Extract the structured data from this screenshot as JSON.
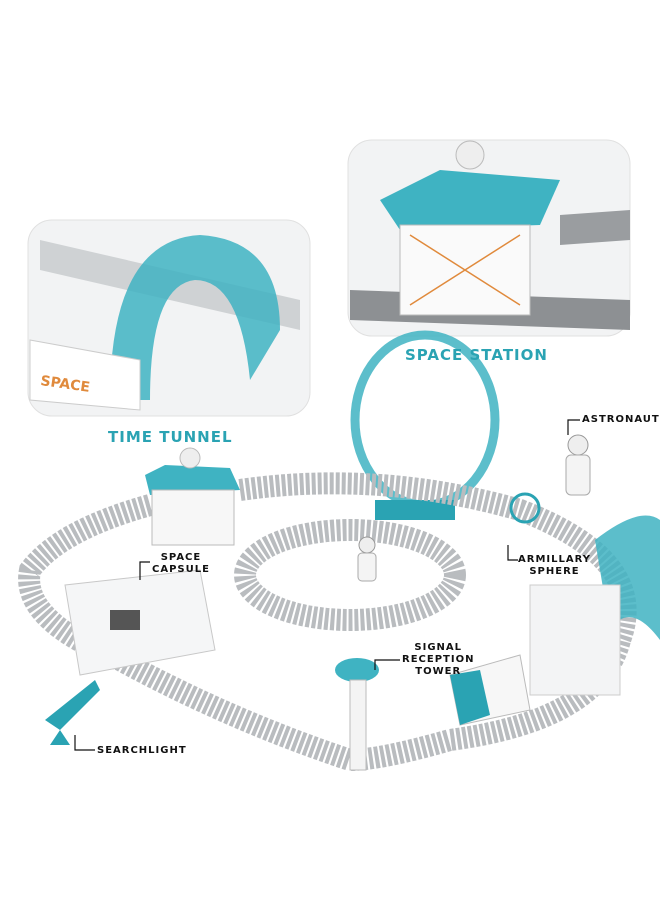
{
  "labels": {
    "time_tunnel": "TIME TUNNEL",
    "space_station": "SPACE STATION",
    "astronaut": "ASTRONAUT",
    "space_capsule": [
      "SPACE",
      "CAPSULE"
    ],
    "armillary_sphere": [
      "ARMILLARY",
      "SPHERE"
    ],
    "signal_tower": [
      "SIGNAL",
      "RECEPTION",
      "TOWER"
    ],
    "searchlight": "SEARCHLIGHT"
  },
  "colors": {
    "teal": "#2aa3b3",
    "track": "#b9bcbf",
    "white": "#f3f4f5",
    "accent": "#e08a3c"
  }
}
